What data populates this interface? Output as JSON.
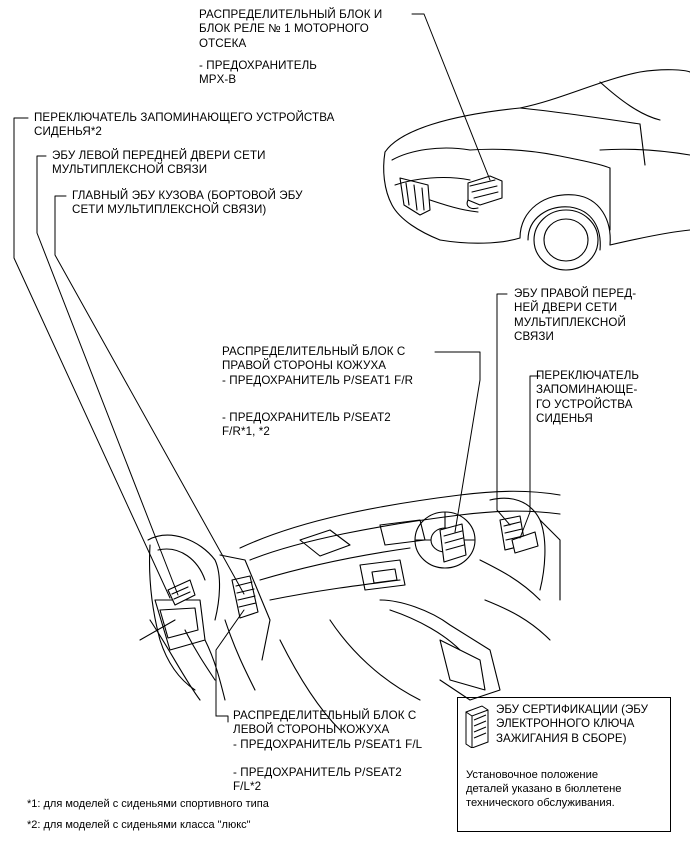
{
  "labels": {
    "engine_box": "РАСПРЕДЕЛИТЕЛЬНЫЙ БЛОК И\nБЛОК РЕЛЕ № 1 МОТОРНОГО\nОТСЕКА",
    "engine_fuse": "- ПРЕДОХРАНИТЕЛЬ\nMPX-B",
    "seat_memory_left": "ПЕРЕКЛЮЧАТЕЛЬ ЗАПОМИНАЮЩЕГО УСТРОЙСТВА\nСИДЕНЬЯ*2",
    "front_left_door_ecu": "ЭБУ ЛЕВОЙ ПЕРЕДНЕЙ ДВЕРИ СЕТИ\nМУЛЬТИПЛЕКСНОЙ СВЯЗИ",
    "main_body_ecu": "ГЛАВНЫЙ ЭБУ КУЗОВА (БОРТОВОЙ ЭБУ\nСЕТИ МУЛЬТИПЛЕКСНОЙ СВЯЗИ)",
    "front_right_door_ecu": "ЭБУ ПРАВОЙ ПЕРЕД-\nНЕЙ ДВЕРИ СЕТИ\nМУЛЬТИПЛЕКСНОЙ\nСВЯЗИ",
    "seat_memory_right": "ПЕРЕКЛЮЧАТЕЛЬ\nЗАПОМИНАЮЩЕ-\nГО УСТРОЙСТВА\nСИДЕНЬЯ",
    "right_cowl_box": "РАСПРЕДЕЛИТЕЛЬНЫЙ БЛОК С\nПРАВОЙ СТОРОНЫ КОЖУХА\n- ПРЕДОХРАНИТЕЛЬ P/SEAT1 F/R",
    "right_cowl_fuse2": "- ПРЕДОХРАНИТЕЛЬ P/SEAT2\nF/R*1, *2",
    "left_cowl_box": "РАСПРЕДЕЛИТЕЛЬНЫЙ БЛОК С\nЛЕВОЙ СТОРОНЫ КОЖУХА\n- ПРЕДОХРАНИТЕЛЬ P/SEAT1 F/L",
    "left_cowl_fuse2": "- ПРЕДОХРАНИТЕЛЬ P/SEAT2\nF/L*2"
  },
  "footnotes": {
    "note1": "*1: для моделей с сиденьями спортивного типа",
    "note2": "*2: для моделей с сиденьями класса \"люкс\""
  },
  "info_box": {
    "title": "ЭБУ СЕРТИФИКАЦИИ (ЭБУ\nЭЛЕКТРОННОГО КЛЮЧА\nЗАЖИГАНИЯ В СБОРЕ)",
    "text": "Установочное положение\nдеталей указано в бюллетене\nтехнического обслуживания."
  }
}
